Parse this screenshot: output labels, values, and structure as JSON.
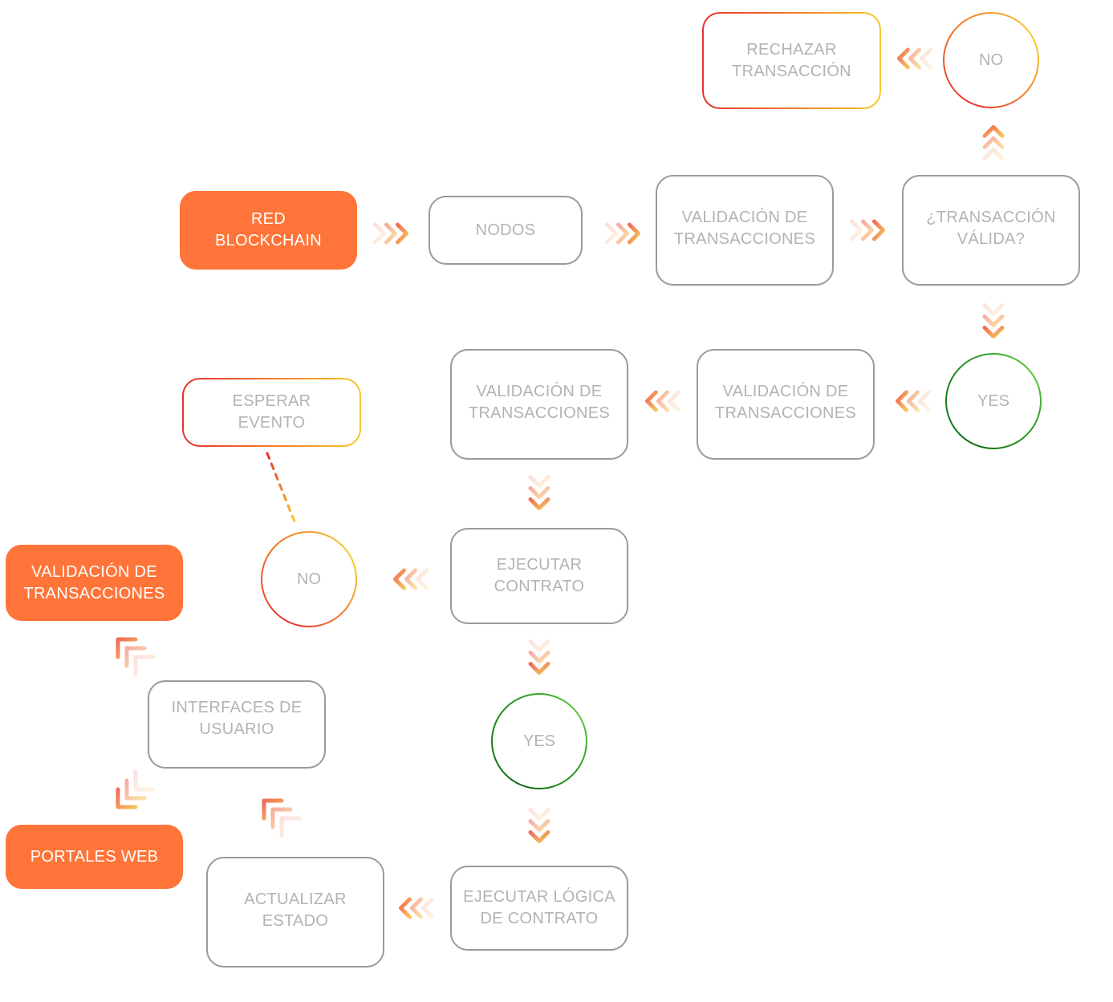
{
  "diagram": {
    "type": "flowchart",
    "language": "es",
    "colors": {
      "primary_fill": "#ff7438",
      "box_border": "#9a9a9a",
      "text_gray": "#b3b3b3",
      "no_gradient": [
        "#e8302c",
        "#f47a2a",
        "#f7c92b"
      ],
      "yes_gradient": [
        "#0d6b12",
        "#58c93a"
      ]
    },
    "nodes": {
      "red_blockchain": "RED\nBLOCKCHAIN",
      "nodos": "NODOS",
      "validacion_1": "VALIDACIÓN DE\nTRANSACCIONES",
      "transaccion_valida": "¿TRANSACCIÓN\nVÁLIDA?",
      "no_top": "NO",
      "rechazar": "RECHAZAR\nTRANSACCIÓN",
      "yes_top": "YES",
      "validacion_2": "VALIDACIÓN DE\nTRANSACCIONES",
      "validacion_3": "VALIDACIÓN DE\nTRANSACCIONES",
      "esperar_evento": "ESPERAR\nEVENTO",
      "ejecutar_contrato": "EJECUTAR\nCONTRATO",
      "no_middle": "NO",
      "validacion_orange": "VALIDACIÓN DE\nTRANSACCIONES",
      "interfaces_usuario": "INTERFACES      DE\nUSUARIO",
      "yes_bottom": "YES",
      "ejecutar_logica": "EJECUTAR  LÓGICA\nDE CONTRATO",
      "actualizar_estado": "ACTUALIZAR\nESTADO",
      "portales_web": "PORTALES WEB"
    },
    "edges": [
      {
        "from": "red_blockchain",
        "to": "nodos",
        "style": "chevrons-right"
      },
      {
        "from": "nodos",
        "to": "validacion_1",
        "style": "chevrons-right"
      },
      {
        "from": "validacion_1",
        "to": "transaccion_valida",
        "style": "chevrons-right"
      },
      {
        "from": "transaccion_valida",
        "to": "no_top",
        "style": "chevrons-up"
      },
      {
        "from": "no_top",
        "to": "rechazar",
        "style": "chevrons-left"
      },
      {
        "from": "transaccion_valida",
        "to": "yes_top",
        "style": "chevrons-down"
      },
      {
        "from": "yes_top",
        "to": "validacion_2",
        "style": "chevrons-left"
      },
      {
        "from": "validacion_2",
        "to": "validacion_3",
        "style": "chevrons-left"
      },
      {
        "from": "validacion_3",
        "to": "ejecutar_contrato",
        "style": "chevrons-down"
      },
      {
        "from": "ejecutar_contrato",
        "to": "no_middle",
        "style": "chevrons-left"
      },
      {
        "from": "no_middle",
        "to": "esperar_evento",
        "style": "dashed"
      },
      {
        "from": "ejecutar_contrato",
        "to": "yes_bottom",
        "style": "chevrons-down"
      },
      {
        "from": "yes_bottom",
        "to": "ejecutar_logica",
        "style": "chevrons-down"
      },
      {
        "from": "ejecutar_logica",
        "to": "actualizar_estado",
        "style": "chevrons-left"
      },
      {
        "from": "actualizar_estado",
        "to": "interfaces_usuario",
        "style": "chevrons-up-left"
      },
      {
        "from": "interfaces_usuario",
        "to": "validacion_orange",
        "style": "chevrons-up-left"
      },
      {
        "from": "interfaces_usuario",
        "to": "portales_web",
        "style": "chevrons-down-left"
      }
    ]
  }
}
